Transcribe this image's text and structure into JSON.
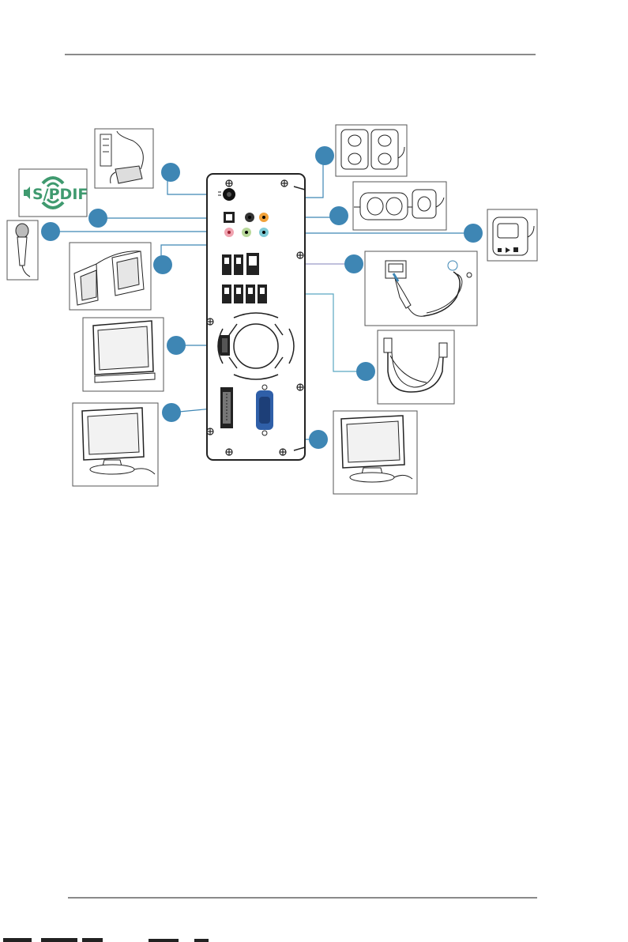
{
  "spdif_logo": {
    "text": "S/PDIF",
    "color": "#3f9a6f"
  },
  "colors": {
    "callout": "#3e86b4",
    "leader_line": "#3e86b4",
    "rj45_line": "#9a9ac8",
    "usb_line": "#5aa6c2",
    "line_in_jack": "#7fcbd6",
    "mic_jack": "#f0a3b0",
    "line_out_jack": "#b8d89a",
    "center_sub_jack": "#f2a23a",
    "vga_port": "#2f5fa8",
    "chassis_outline": "#222222"
  },
  "callouts": [
    {
      "name": "power-input-callout"
    },
    {
      "name": "spdif-out-callout"
    },
    {
      "name": "mic-callout"
    },
    {
      "name": "line-out-callout"
    },
    {
      "name": "hdmi-callout"
    },
    {
      "name": "dvi-callout"
    },
    {
      "name": "rear-speaker-callout"
    },
    {
      "name": "center-subwoofer-callout"
    },
    {
      "name": "line-in-callout"
    },
    {
      "name": "lan-callout"
    },
    {
      "name": "usb-callout"
    },
    {
      "name": "vga-callout"
    }
  ],
  "devices": [
    {
      "name": "power-adapter-icon"
    },
    {
      "name": "spdif-logo"
    },
    {
      "name": "microphone-icon"
    },
    {
      "name": "desktop-speakers-icon"
    },
    {
      "name": "hdmi-monitor-icon"
    },
    {
      "name": "dvi-monitor-icon"
    },
    {
      "name": "rear-speakers-icon"
    },
    {
      "name": "center-subwoofer-speakers-icon"
    },
    {
      "name": "audio-player-icon"
    },
    {
      "name": "ethernet-cable-icon"
    },
    {
      "name": "usb-cable-icon"
    },
    {
      "name": "vga-monitor-icon"
    }
  ]
}
